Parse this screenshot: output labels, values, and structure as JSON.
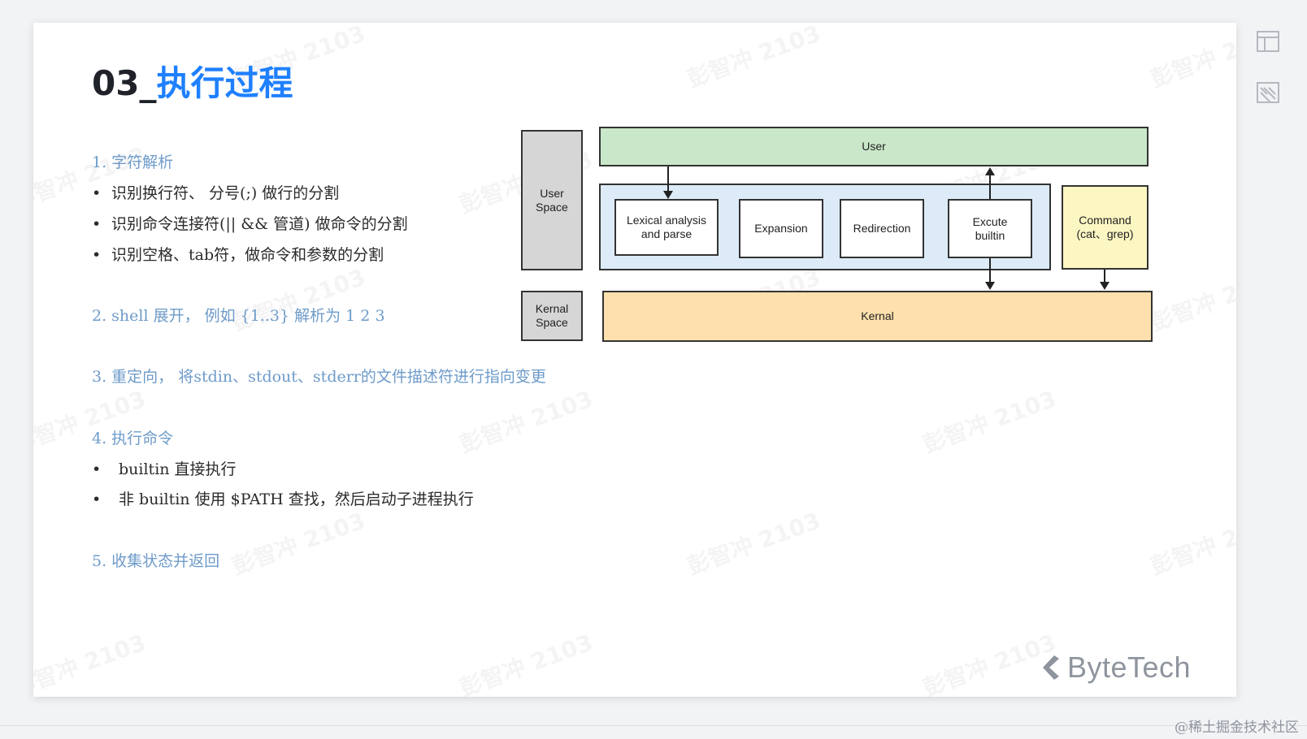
{
  "slide": {
    "title_num": "03_",
    "title_text": "执行过程",
    "lines": [
      {
        "text": "1. 字符解析",
        "kind": "heading"
      },
      {
        "text": "识别换行符、 分号(;) 做行的分割",
        "kind": "bullet"
      },
      {
        "text": "识别命令连接符(|| && 管道) 做命令的分割",
        "kind": "bullet"
      },
      {
        "text": "识别空格、tab符，做命令和参数的分割",
        "kind": "bullet"
      },
      {
        "text": "2. shell 展开， 例如 {1..3} 解析为  1 2 3",
        "kind": "heading"
      },
      {
        "text": "3. 重定向， 将stdin、stdout、stderr的文件描述符进行指向变更",
        "kind": "heading"
      },
      {
        "text": "4. 执行命令",
        "kind": "heading"
      },
      {
        "text": "builtin 直接执行",
        "kind": "bullet2"
      },
      {
        "text": "非 builtin 使用 $PATH 查找，然后启动子进程执行",
        "kind": "bullet2"
      },
      {
        "text": "5. 收集状态并返回",
        "kind": "heading"
      }
    ],
    "bullet_char": "•",
    "diagram": {
      "user_space": "User\nSpace",
      "kernal_space": "Kernal\nSpace",
      "user": "User",
      "lexical": "Lexical analysis\nand parse",
      "expansion": "Expansion",
      "redirection": "Redirection",
      "excute": "Excute\nbuiltin",
      "command": "Command\n(cat、grep)",
      "kernal": "Kernal"
    },
    "logo_text": "ByteTech",
    "watermark_text": "彭智冲 2103"
  },
  "footer": {
    "watermark": "@稀土掘金技术社区"
  },
  "colors": {
    "title_blue": "#1f80ff",
    "heading_text": "#6e9bc9",
    "user_green": "#c9e8c9",
    "kernel_orange": "#fde0ad",
    "module_blue": "#dcebf7",
    "command_yellow": "#fcf6c2",
    "space_gray": "#d6d6d6"
  }
}
